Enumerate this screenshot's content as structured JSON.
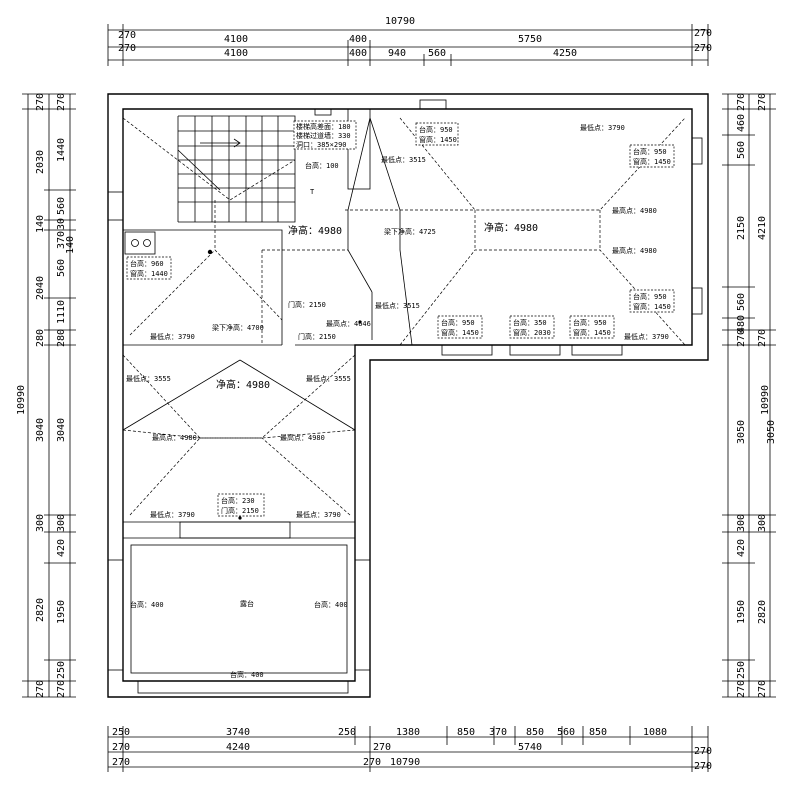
{
  "dimensions": {
    "top": {
      "r1": [
        "270",
        "4100",
        "400",
        "5750",
        "270"
      ],
      "r2": [
        "270",
        "4100",
        "400",
        "940",
        "560",
        "4250",
        "270"
      ],
      "total": "10790"
    },
    "bottom": {
      "r1": [
        "250",
        "3740",
        "250",
        "1380",
        "850",
        "370",
        "850",
        "560",
        "850",
        "1080"
      ],
      "r2": [
        "270",
        "4240",
        "270",
        "5740",
        "270"
      ],
      "r3": [
        "270",
        "270",
        "10790",
        "270"
      ]
    },
    "left": {
      "outer": "10990",
      "r1": [
        "270",
        "2030",
        "140",
        "2040",
        "280",
        "3040",
        "300",
        "2820",
        "270"
      ],
      "r2": [
        "270",
        "1440",
        "560",
        "30",
        "370",
        "140",
        "560",
        "1110",
        "280",
        "3040",
        "300",
        "420",
        "1950",
        "250",
        "270"
      ]
    },
    "right": {
      "outer": "10990",
      "r1": [
        "270",
        "460",
        "560",
        "2150",
        "560",
        "480",
        "270",
        "3050",
        "300",
        "420",
        "1950",
        "250",
        "270"
      ],
      "r2": [
        "270",
        "4210",
        "270",
        "3050",
        "300",
        "2820",
        "270"
      ]
    }
  },
  "labels": {
    "stair_note_1": "楼梯高差面：180",
    "stair_note_2": "楼梯过道墙：330",
    "stair_note_3": "洞口：385×290",
    "stair_sill": "台高：100",
    "net_height_1": "净高：4980",
    "net_height_2": "净高：4980",
    "net_height_3": "净高：4980",
    "beam_under_1": "梁下净高：4725",
    "beam_under_2": "梁下净高：4700",
    "window_top": {
      "sill": "台高：950",
      "head": "窗高：1450"
    },
    "window_right_1": {
      "sill": "台高：950",
      "head": "窗高：1450"
    },
    "window_right_2": {
      "sill": "台高：950",
      "head": "窗高：1450"
    },
    "window_bottom_1": {
      "sill": "台高：950",
      "head": "窗高：1450"
    },
    "window_bottom_2": {
      "sill": "台高：350",
      "head": "窗高：2030"
    },
    "window_bottom_3": {
      "sill": "台高：950",
      "head": "窗高：1450"
    },
    "window_kitchen": {
      "sill": "台高：960",
      "head": "窗高：1440"
    },
    "low_3790_a": "最低点：3790",
    "low_3790_b": "最低点：3790",
    "low_3790_c": "最低点：3790",
    "low_3790_d": "最低点：3790",
    "low_3790_e": "最低点：3790",
    "low_3515_a": "最低点：3515",
    "low_3515_b": "最低点：3515",
    "low_3555_a": "最低点：3555",
    "low_3555_b": "最低点：3555",
    "high_4980_a": "最高点：4980",
    "high_4980_b": "最高点：4980",
    "high_4980_c": "最高点：4980",
    "high_4980_d": "最高点：4980",
    "high_4646": "最高点：4646",
    "door_2150_a": "门高：2150",
    "door_2150_b": "门高：2150",
    "door_mid": {
      "sill": "台高：230",
      "head": "门高：2150"
    },
    "balcony": "露台",
    "balcony_sill_left": "台高：400",
    "balcony_sill_right": "台高：400",
    "balcony_sill_bottom": "台高：400"
  }
}
